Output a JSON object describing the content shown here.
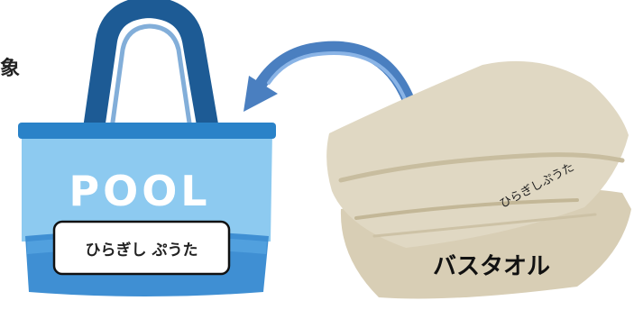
{
  "cut_label": "象",
  "bag": {
    "print_text": "POOL",
    "name_tag": "ひらぎし ぷうた"
  },
  "towel": {
    "name_text": "ひらぎしぷうた",
    "caption": "バスタオル"
  },
  "colors": {
    "bag_light": "#8dcaf0",
    "bag_handle": "#1d5b95",
    "bag_stripe": "#2a82c8",
    "towel": "#dcd3bd",
    "arrow": "#4a7fc0"
  }
}
